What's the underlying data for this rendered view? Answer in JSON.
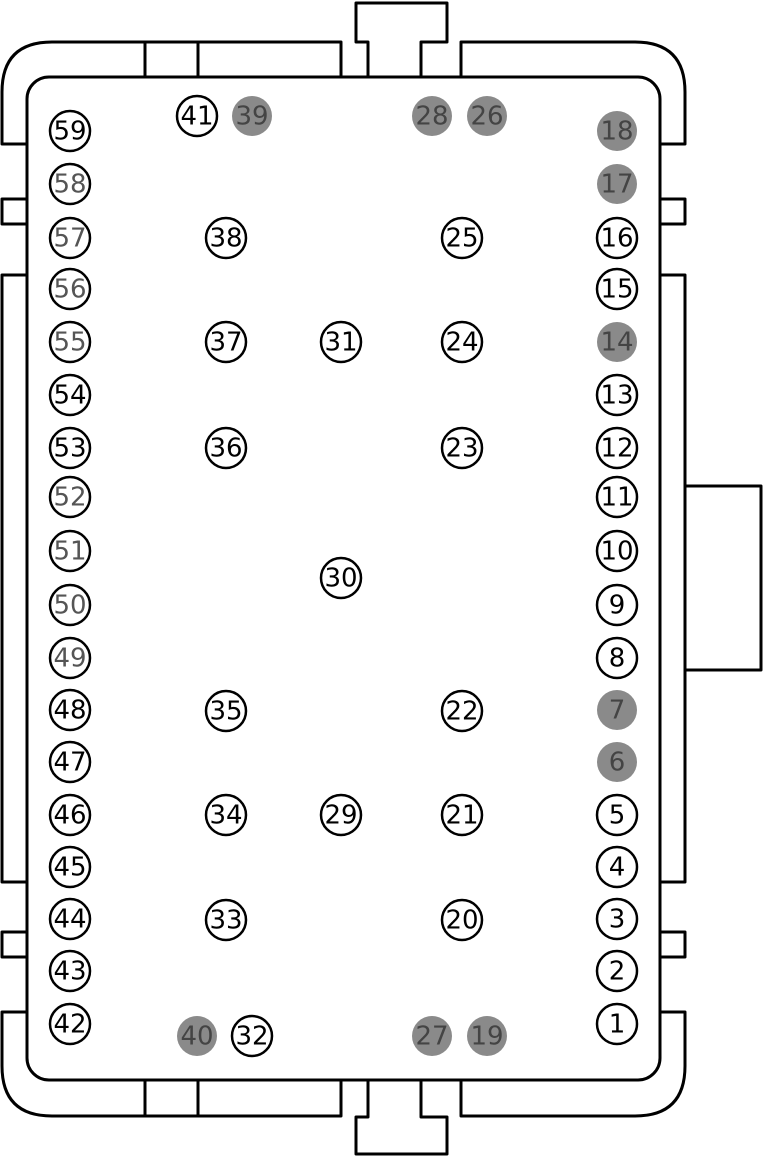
{
  "connector": {
    "colors": {
      "outline": "#000000",
      "pin_empty_fill": "#ffffff",
      "pin_empty_text": "#000000",
      "pin_empty_text_light": "#555555",
      "pin_filled_fill": "#8a8a8a",
      "pin_filled_text": "#444444"
    },
    "pins": [
      {
        "label": "1",
        "state": "empty"
      },
      {
        "label": "2",
        "state": "empty"
      },
      {
        "label": "3",
        "state": "empty"
      },
      {
        "label": "4",
        "state": "empty"
      },
      {
        "label": "5",
        "state": "empty"
      },
      {
        "label": "6",
        "state": "filled"
      },
      {
        "label": "7",
        "state": "filled"
      },
      {
        "label": "8",
        "state": "empty"
      },
      {
        "label": "9",
        "state": "empty"
      },
      {
        "label": "10",
        "state": "empty"
      },
      {
        "label": "11",
        "state": "empty"
      },
      {
        "label": "12",
        "state": "empty"
      },
      {
        "label": "13",
        "state": "empty"
      },
      {
        "label": "14",
        "state": "filled"
      },
      {
        "label": "15",
        "state": "empty"
      },
      {
        "label": "16",
        "state": "empty"
      },
      {
        "label": "17",
        "state": "filled"
      },
      {
        "label": "18",
        "state": "filled"
      },
      {
        "label": "19",
        "state": "filled"
      },
      {
        "label": "20",
        "state": "empty"
      },
      {
        "label": "21",
        "state": "empty"
      },
      {
        "label": "22",
        "state": "empty"
      },
      {
        "label": "23",
        "state": "empty"
      },
      {
        "label": "24",
        "state": "empty"
      },
      {
        "label": "25",
        "state": "empty"
      },
      {
        "label": "26",
        "state": "filled"
      },
      {
        "label": "27",
        "state": "filled"
      },
      {
        "label": "28",
        "state": "filled"
      },
      {
        "label": "29",
        "state": "empty"
      },
      {
        "label": "30",
        "state": "empty"
      },
      {
        "label": "31",
        "state": "empty"
      },
      {
        "label": "32",
        "state": "empty"
      },
      {
        "label": "33",
        "state": "empty"
      },
      {
        "label": "34",
        "state": "empty"
      },
      {
        "label": "35",
        "state": "empty"
      },
      {
        "label": "36",
        "state": "empty"
      },
      {
        "label": "37",
        "state": "empty"
      },
      {
        "label": "38",
        "state": "empty"
      },
      {
        "label": "39",
        "state": "filled"
      },
      {
        "label": "40",
        "state": "filled"
      },
      {
        "label": "41",
        "state": "empty"
      },
      {
        "label": "42",
        "state": "empty"
      },
      {
        "label": "43",
        "state": "empty"
      },
      {
        "label": "44",
        "state": "empty"
      },
      {
        "label": "45",
        "state": "empty"
      },
      {
        "label": "46",
        "state": "empty"
      },
      {
        "label": "47",
        "state": "empty"
      },
      {
        "label": "48",
        "state": "empty"
      },
      {
        "label": "49",
        "state": "empty-light"
      },
      {
        "label": "50",
        "state": "empty-light"
      },
      {
        "label": "51",
        "state": "empty-light"
      },
      {
        "label": "52",
        "state": "empty-light"
      },
      {
        "label": "53",
        "state": "empty"
      },
      {
        "label": "54",
        "state": "empty"
      },
      {
        "label": "55",
        "state": "empty-light"
      },
      {
        "label": "56",
        "state": "empty-light"
      },
      {
        "label": "57",
        "state": "empty-light"
      },
      {
        "label": "58",
        "state": "empty-light"
      },
      {
        "label": "59",
        "state": "empty"
      }
    ]
  }
}
